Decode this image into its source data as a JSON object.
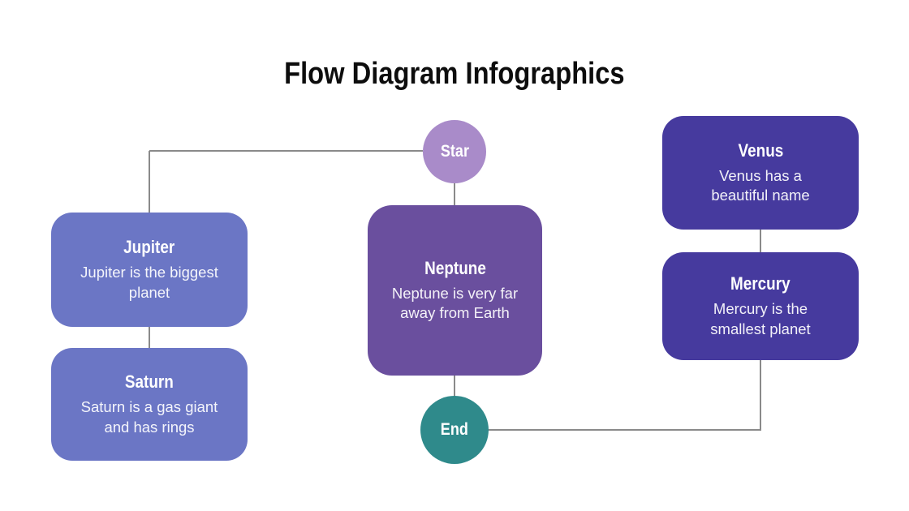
{
  "title": "Flow Diagram Infographics",
  "diagram": {
    "type": "flow",
    "edges": [
      [
        "Star",
        "Jupiter"
      ],
      [
        "Jupiter",
        "Saturn"
      ],
      [
        "Star",
        "Neptune"
      ],
      [
        "Neptune",
        "End"
      ],
      [
        "Venus",
        "Mercury"
      ],
      [
        "Mercury",
        "End"
      ]
    ]
  },
  "nodes": {
    "star": {
      "label": "Star",
      "shape": "circle",
      "color": "#a98bc9"
    },
    "end": {
      "label": "End",
      "shape": "circle",
      "color": "#2f8a8b"
    },
    "jupiter": {
      "title": "Jupiter",
      "body": "Jupiter is the biggest planet",
      "lines": [
        "Jupiter is the biggest",
        "planet"
      ],
      "color": "#6b76c5"
    },
    "saturn": {
      "title": "Saturn",
      "body": "Saturn is a gas giant and has rings",
      "lines": [
        "Saturn is a gas giant",
        "and has rings"
      ],
      "color": "#6b76c5"
    },
    "neptune": {
      "title": "Neptune",
      "body": "Neptune is very far away from Earth",
      "lines": [
        "Neptune is very far",
        "away from Earth"
      ],
      "color": "#6a4f9e"
    },
    "venus": {
      "title": "Venus",
      "body": "Venus has a beautiful name",
      "lines": [
        "Venus has a",
        "beautiful name"
      ],
      "color": "#463a9e"
    },
    "mercury": {
      "title": "Mercury",
      "body": "Mercury is the smallest planet",
      "lines": [
        "Mercury is the",
        "smallest planet"
      ],
      "color": "#463a9e"
    }
  },
  "colors": {
    "background": "#ffffff",
    "title_text": "#0d0d0d",
    "connector_line": "#8a8a8a",
    "light_periwinkle": "#6b76c5",
    "medium_purple": "#6a4f9e",
    "dark_indigo": "#463a9e",
    "lavender": "#a98bc9",
    "teal": "#2f8a8b"
  }
}
